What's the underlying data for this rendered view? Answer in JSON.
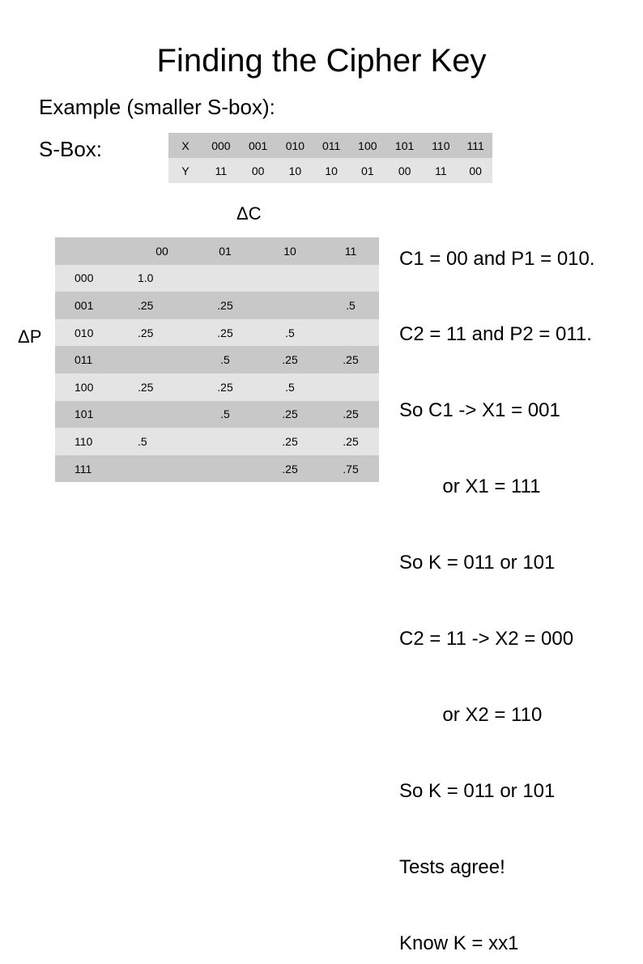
{
  "slide": {
    "title": "Finding the Cipher Key",
    "subtitle": "Example (smaller S-box):",
    "sbox_label": "S-Box:"
  },
  "sbox": {
    "row_x": [
      "X",
      "000",
      "001",
      "010",
      "011",
      "100",
      "101",
      "110",
      "111"
    ],
    "row_y": [
      "Y",
      "11",
      "00",
      "10",
      "10",
      "01",
      "00",
      "11",
      "00"
    ]
  },
  "ddt": {
    "delta_c_label": "ΔC",
    "delta_p_label": "ΔP",
    "header": [
      "",
      "00",
      "01",
      "10",
      "11"
    ],
    "rows": [
      [
        "000",
        "1.0",
        "",
        "",
        ""
      ],
      [
        "001",
        ".25",
        ".25",
        "",
        ".5"
      ],
      [
        "010",
        ".25",
        ".25",
        ".5",
        ""
      ],
      [
        "011",
        "",
        ".5",
        ".25",
        ".25"
      ],
      [
        "100",
        ".25",
        ".25",
        ".5",
        ""
      ],
      [
        "101",
        "",
        ".5",
        ".25",
        ".25"
      ],
      [
        "110",
        ".5",
        "",
        ".25",
        ".25"
      ],
      [
        "111",
        "",
        "",
        ".25",
        ".75"
      ]
    ]
  },
  "notes": [
    "C1 = 00 and P1 = 010.",
    "C2 = 11 and P2 = 011.",
    "So C1 -> X1 = 001",
    "        or X1 = 111",
    "So K = 011 or 101",
    "C2 = 11 -> X2 = 000",
    "        or X2 = 110",
    "So K = 011 or 101",
    "Tests agree!",
    "Know K = xx1"
  ]
}
